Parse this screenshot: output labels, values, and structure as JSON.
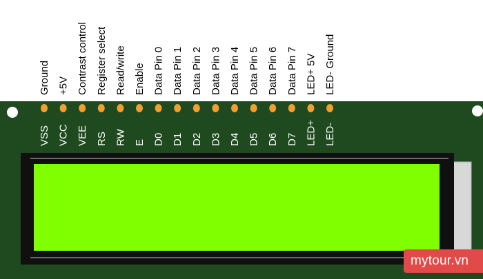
{
  "pins": [
    {
      "code": "VSS",
      "function": "Ground"
    },
    {
      "code": "VCC",
      "function": "+5V"
    },
    {
      "code": "VEE",
      "function": "Contrast control"
    },
    {
      "code": "RS",
      "function": "Register select"
    },
    {
      "code": "RW",
      "function": "Read/write"
    },
    {
      "code": "E",
      "function": "Enable"
    },
    {
      "code": "D0",
      "function": "Data Pin 0"
    },
    {
      "code": "D1",
      "function": "Data Pin 1"
    },
    {
      "code": "D2",
      "function": "Data Pin 2"
    },
    {
      "code": "D3",
      "function": "Data Pin 3"
    },
    {
      "code": "D4",
      "function": "Data Pin 4"
    },
    {
      "code": "D5",
      "function": "Data Pin 5"
    },
    {
      "code": "D6",
      "function": "Data Pin 6"
    },
    {
      "code": "D7",
      "function": "Data Pin 7"
    },
    {
      "code": "LED+",
      "function": "LED+ 5V"
    },
    {
      "code": "LED-",
      "function": "LED- Ground"
    }
  ],
  "watermark": "mytour.vn",
  "colors": {
    "board": "#1f4a1f",
    "pin": "#f0a030",
    "screen": "#80ff00",
    "bezel": "#101010",
    "backlight_tab": "#d8d8d8",
    "watermark_bg": "#e24a4a"
  }
}
